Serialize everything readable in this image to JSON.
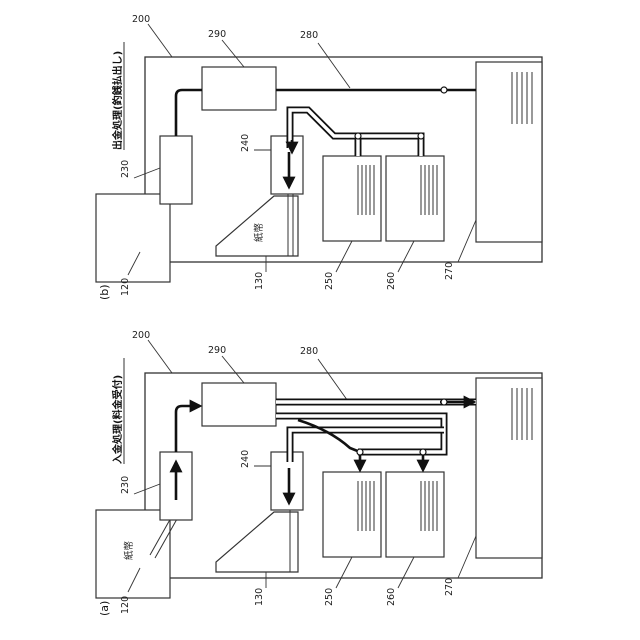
{
  "panel_a": {
    "caption": "(a)",
    "title": "入金処理(料金受付)",
    "bill_label": "紙幣",
    "refs": {
      "r200": "200",
      "r290": "290",
      "r280": "280",
      "r240": "240",
      "r230": "230",
      "r120": "120",
      "r130": "130",
      "r250": "250",
      "r260": "260",
      "r270": "270"
    }
  },
  "panel_b": {
    "caption": "(b)",
    "title": "出金処理(釣銭払出し)",
    "bill_label": "紙幣",
    "refs": {
      "r200": "200",
      "r290": "290",
      "r280": "280",
      "r240": "240",
      "r230": "230",
      "r120": "120",
      "r130": "130",
      "r250": "250",
      "r260": "260",
      "r270": "270"
    }
  }
}
